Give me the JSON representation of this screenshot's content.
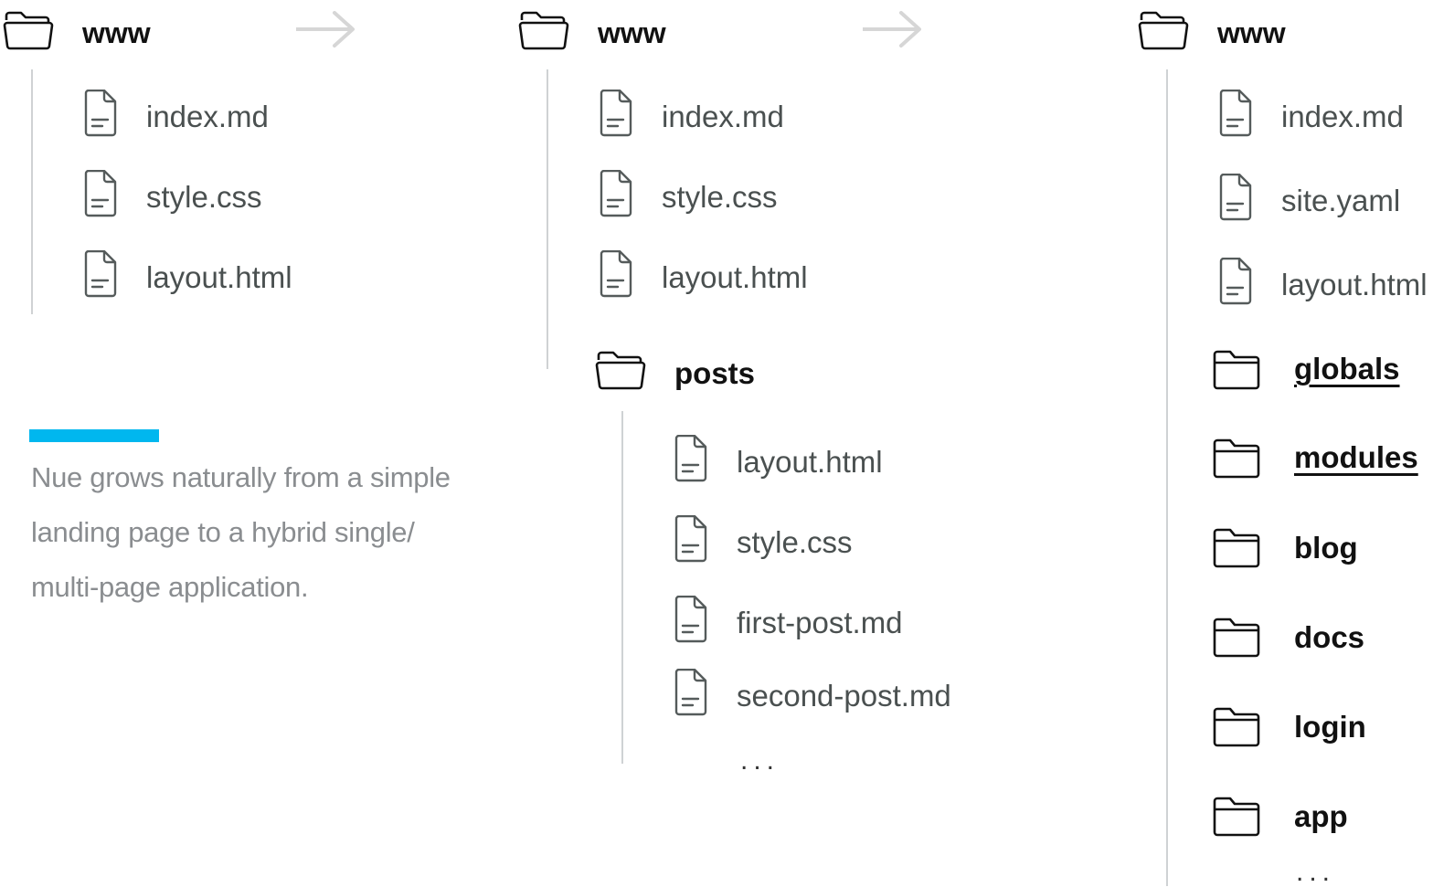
{
  "colors": {
    "accent": "#00b7ef",
    "arrow": "#d6d6d6",
    "line": "#cfd2d4"
  },
  "description": {
    "lines": [
      "Nue grows naturally from a simple",
      "landing page to a hybrid single/",
      "multi-page application."
    ]
  },
  "trees": [
    {
      "root": "www",
      "files": [
        "index.md",
        "style.css",
        "layout.html"
      ]
    },
    {
      "root": "www",
      "files": [
        "index.md",
        "style.css",
        "layout.html"
      ],
      "subfolder": {
        "name": "posts",
        "files": [
          "layout.html",
          "style.css",
          "first-post.md",
          "second-post.md"
        ],
        "ellipsis": "..."
      }
    },
    {
      "root": "www",
      "files": [
        "index.md",
        "site.yaml",
        "layout.html"
      ],
      "folders": [
        "globals",
        "modules",
        "blog",
        "docs",
        "login",
        "app"
      ],
      "ellipsis": "..."
    }
  ],
  "icons": {
    "folder": "folder-icon",
    "file": "file-icon",
    "arrow": "arrow-right-icon"
  }
}
